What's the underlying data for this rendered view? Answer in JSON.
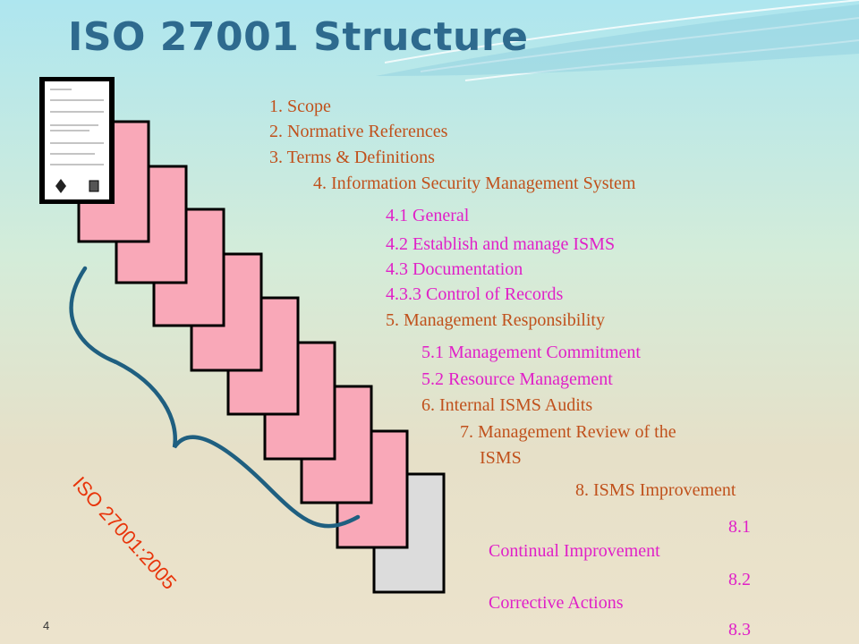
{
  "slide": {
    "title": "ISO 27001 Structure",
    "page_number": "4",
    "side_label": "ISO 27001:2005",
    "lines": [
      {
        "text": "1.    Scope",
        "color": "orange"
      },
      {
        "text": "2.    Normative References",
        "color": "orange"
      },
      {
        "text": "3.    Terms & Definitions",
        "color": "orange"
      },
      {
        "text": "4.    Information Security Management System",
        "color": "orange"
      },
      {
        "text": "4.1 General",
        "color": "pink"
      },
      {
        "text": "4.2 Establish and manage  ISMS",
        "color": "pink"
      },
      {
        "text": "4.3 Documentation",
        "color": "pink"
      },
      {
        "text": "4.3.3 Control of Records",
        "color": "pink"
      },
      {
        "text": "5.    Management Responsibility",
        "color": "orange"
      },
      {
        "text": "5.1 Management Commitment",
        "color": "pink"
      },
      {
        "text": "5.2 Resource Management",
        "color": "pink"
      },
      {
        "text": "6.    Internal ISMS Audits",
        "color": "orange"
      },
      {
        "text": "7.   Management Review of the",
        "color": "orange"
      },
      {
        "text": "ISMS",
        "color": "orange"
      },
      {
        "text": "8.  ISMS Improvement",
        "color": "orange"
      },
      {
        "text": "8.1",
        "color": "pink"
      },
      {
        "text": "Continual Improvement",
        "color": "pink"
      },
      {
        "text": "8.2",
        "color": "pink"
      },
      {
        "text": "Corrective Actions",
        "color": "pink"
      },
      {
        "text": "8.3",
        "color": "pink"
      }
    ]
  },
  "colors": {
    "title": "#2e6a8e",
    "orange": "#c0511c",
    "pink": "#e020c8",
    "page_fill": "#f9a8b8",
    "brace": "#1f5f80"
  }
}
